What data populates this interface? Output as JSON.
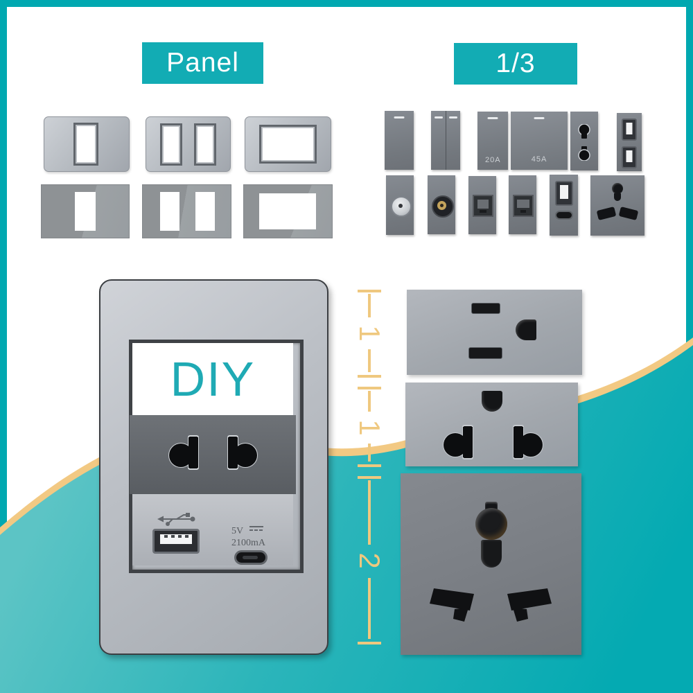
{
  "header": {
    "left_badge": "Panel",
    "right_badge": "1/3"
  },
  "colors": {
    "frame_teal": "#00a8b0",
    "badge_teal": "#12acb4",
    "wave_gold": "#f2c983",
    "wave_teal_light": "#5cc4c5",
    "wave_teal_dark": "#04aab2",
    "diy_teal": "#1faab4"
  },
  "panel_section": {
    "plates": [
      {
        "style": "metal",
        "layout": "single"
      },
      {
        "style": "metal",
        "layout": "double"
      },
      {
        "style": "metal",
        "layout": "wide"
      },
      {
        "style": "glass",
        "layout": "single"
      },
      {
        "style": "glass",
        "layout": "double"
      },
      {
        "style": "glass",
        "layout": "wide"
      }
    ]
  },
  "modules_grid": {
    "row1": [
      {
        "type": "switch-1gang",
        "label": ""
      },
      {
        "type": "switch-2gang",
        "label": ""
      },
      {
        "type": "switch-20a",
        "label": "20A"
      },
      {
        "type": "switch-45a",
        "label": "45A"
      },
      {
        "type": "socket-2pin",
        "label": ""
      },
      {
        "type": "usb-dual",
        "label": ""
      }
    ],
    "row2": [
      {
        "type": "coax-socket"
      },
      {
        "type": "tv-socket"
      },
      {
        "type": "lan-socket"
      },
      {
        "type": "phone-socket"
      },
      {
        "type": "usb-a-c"
      },
      {
        "type": "multi-socket-small"
      }
    ]
  },
  "diy_panel": {
    "label": "DIY",
    "usb": {
      "voltage": "5V",
      "current": "2100mA"
    }
  },
  "ruler": {
    "units": [
      "1",
      "1",
      "2"
    ]
  },
  "right_modules": [
    {
      "type": "us-socket",
      "units": 1
    },
    {
      "type": "two-pin-universal-socket",
      "units": 1
    },
    {
      "type": "multi-function-socket",
      "units": 2
    }
  ]
}
